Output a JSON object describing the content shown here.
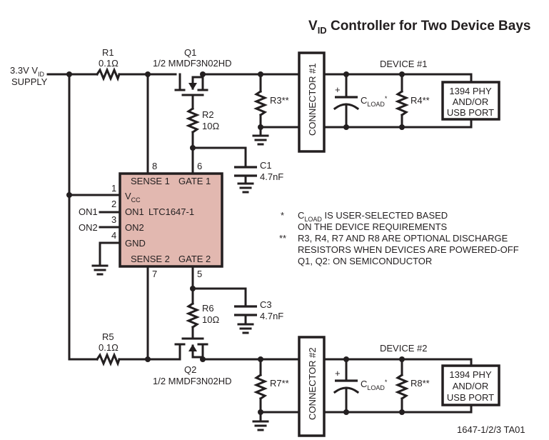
{
  "title": {
    "prefix": "V",
    "sub": "ID",
    "rest": " Controller for Two Device Bays"
  },
  "supply": {
    "line1_prefix": "3.3V V",
    "line1_sub": "ID",
    "line2": "SUPPLY"
  },
  "components": {
    "r1": {
      "ref": "R1",
      "value": "0.1Ω"
    },
    "q1": {
      "ref": "Q1",
      "part": "1/2 MMDF3N02HD"
    },
    "r2": {
      "ref": "R2",
      "value": "10Ω"
    },
    "c1": {
      "ref": "C1",
      "value": "4.7nF"
    },
    "r3": {
      "ref": "R3**"
    },
    "r5": {
      "ref": "R5",
      "value": "0.1Ω"
    },
    "q2": {
      "ref": "Q2",
      "part": "1/2 MMDF3N02HD"
    },
    "r6": {
      "ref": "R6",
      "value": "10Ω"
    },
    "c3": {
      "ref": "C3",
      "value": "4.7nF"
    },
    "r7": {
      "ref": "R7**"
    }
  },
  "chip": {
    "name": "LTC1647-1",
    "pins": {
      "p1": "1",
      "p2": "2",
      "p3": "3",
      "p4": "4",
      "p5": "5",
      "p6": "6",
      "p7": "7",
      "p8": "8"
    },
    "labels": {
      "sense1": "SENSE 1",
      "gate1": "GATE 1",
      "vcc_prefix": "V",
      "vcc_sub": "CC",
      "on1": "ON1",
      "on2": "ON2",
      "gnd": "GND",
      "sense2": "SENSE 2",
      "gate2": "GATE 2"
    },
    "fill_color": "#e2b8b0"
  },
  "inputs": {
    "on1": "ON1",
    "on2": "ON2"
  },
  "bay1": {
    "connector": "CONNECTOR #1",
    "device": "DEVICE #1",
    "cload_prefix": "C",
    "cload_sub": "LOAD",
    "cload_suffix": "*",
    "plus": "+",
    "r4": "R4**",
    "port": [
      "1394 PHY",
      "AND/OR",
      "USB PORT"
    ]
  },
  "bay2": {
    "connector": "CONNECTOR #2",
    "device": "DEVICE #2",
    "cload_prefix": "C",
    "cload_sub": "LOAD",
    "cload_suffix": "*",
    "plus": "+",
    "r8": "R8**",
    "port": [
      "1394 PHY",
      "AND/OR",
      "USB PORT"
    ]
  },
  "notes": {
    "star1": "*",
    "line1_prefix": "C",
    "line1_sub": "LOAD",
    "line1_rest": " IS USER-SELECTED BASED",
    "line2": "ON THE DEVICE REQUIREMENTS",
    "star2": "**",
    "line3": "R3, R4, R7 AND R8 ARE OPTIONAL DISCHARGE",
    "line4": "RESISTORS WHEN DEVICES ARE POWERED-OFF",
    "line5": "Q1, Q2: ON SEMICONDUCTOR"
  },
  "figure_id": "1647-1/2/3 TA01"
}
